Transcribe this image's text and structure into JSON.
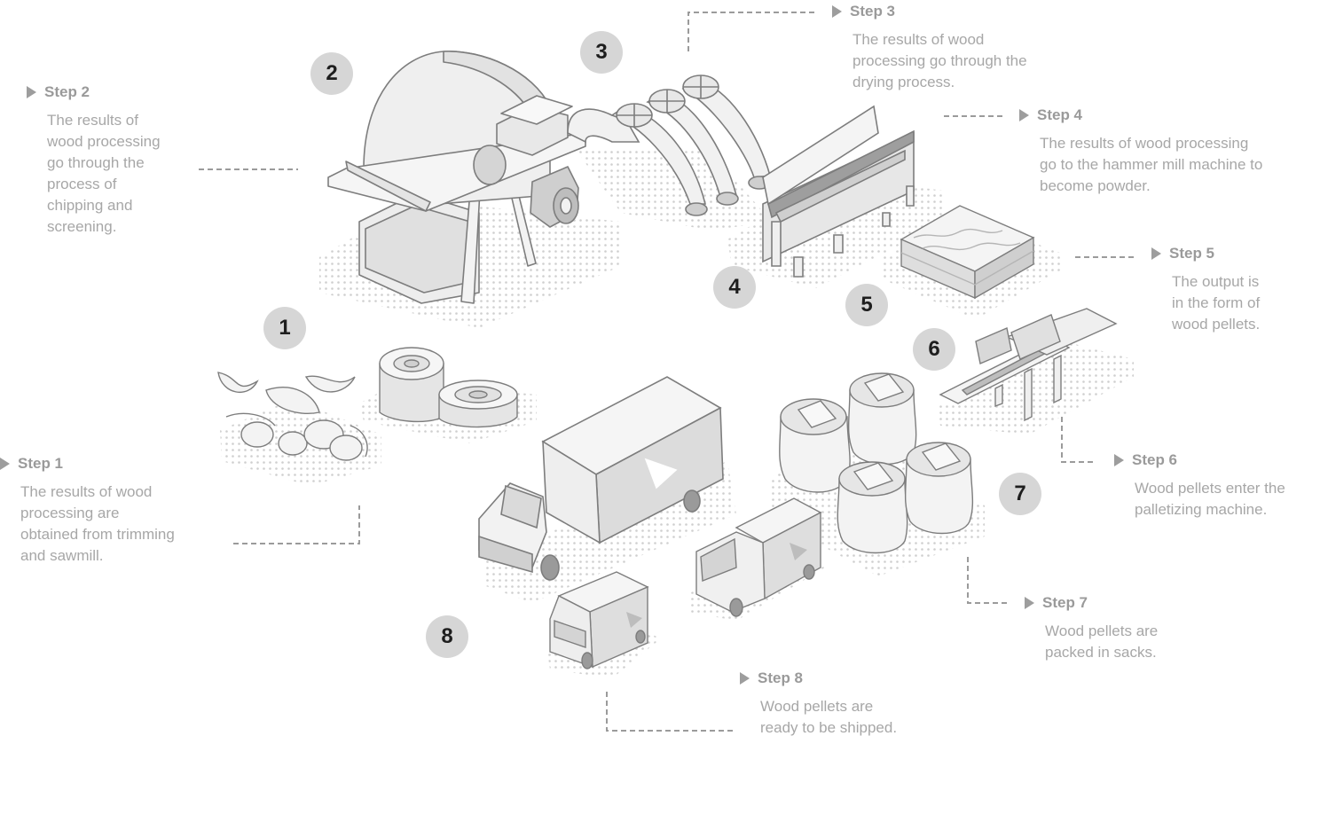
{
  "steps": [
    {
      "number": "1",
      "title": "Step 1",
      "desc": "The results of wood\nprocessing are\nobtained from trimming\nand sawmill."
    },
    {
      "number": "2",
      "title": "Step 2",
      "desc": "The results of\nwood processing\ngo through the\nprocess of\nchipping and\nscreening."
    },
    {
      "number": "3",
      "title": "Step 3",
      "desc": "The results of wood\nprocessing go through the\ndrying process."
    },
    {
      "number": "4",
      "title": "Step 4",
      "desc": "The results of wood processing\ngo to the hammer mill machine to\nbecome powder."
    },
    {
      "number": "5",
      "title": "Step 5",
      "desc": "The output is\nin the form of\nwood pellets."
    },
    {
      "number": "6",
      "title": "Step 6",
      "desc": "Wood pellets enter the\npalletizing machine."
    },
    {
      "number": "7",
      "title": "Step 7",
      "desc": "Wood pellets are\npacked in sacks."
    },
    {
      "number": "8",
      "title": "Step 8",
      "desc": "Wood pellets are\nready to be shipped."
    }
  ],
  "colors": {
    "line": "#7d7d7d",
    "dots": "#d4d4d4",
    "fill_light": "#f2f2f2",
    "fill_mid": "#dedede",
    "fill_dark": "#bdbdbd",
    "badge": "#d6d6d6",
    "text": "#a6a6a6"
  },
  "icons": [
    "wood-shavings-icon",
    "log-rolls-icon",
    "chipper-machine-icon",
    "dryer-pipes-icon",
    "hammer-mill-icon",
    "pellet-boards-icon",
    "palletizing-machine-icon",
    "pellet-sacks-icon",
    "box-truck-icon",
    "small-truck-icon",
    "delivery-van-icon",
    "play-logo-icon"
  ]
}
